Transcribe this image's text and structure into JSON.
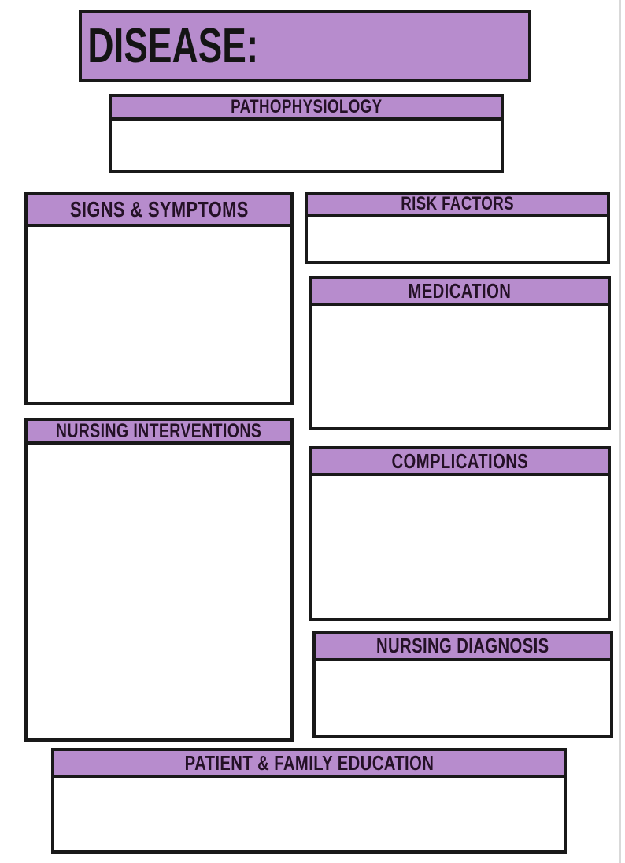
{
  "colors": {
    "accent_purple": "#b78ccd",
    "box_border": "#191919",
    "header_text": "#241126",
    "disease_text": "#141414",
    "page_edge_line": "#d9d9d9"
  },
  "sections": {
    "disease": {
      "label": "DISEASE:",
      "value": ""
    },
    "pathophysiology": {
      "label": "PATHOPHYSIOLOGY",
      "value": ""
    },
    "signs_symptoms": {
      "label": "SIGNS & SYMPTOMS",
      "value": ""
    },
    "nursing_interventions": {
      "label": "NURSING INTERVENTIONS",
      "value": ""
    },
    "risk_factors": {
      "label": "RISK FACTORS",
      "value": ""
    },
    "medication": {
      "label": "MEDICATION",
      "value": ""
    },
    "complications": {
      "label": "COMPLICATIONS",
      "value": ""
    },
    "nursing_diagnosis": {
      "label": "NURSING DIAGNOSIS",
      "value": ""
    },
    "patient_family_education": {
      "label": "PATIENT & FAMILY EDUCATION",
      "value": ""
    }
  }
}
